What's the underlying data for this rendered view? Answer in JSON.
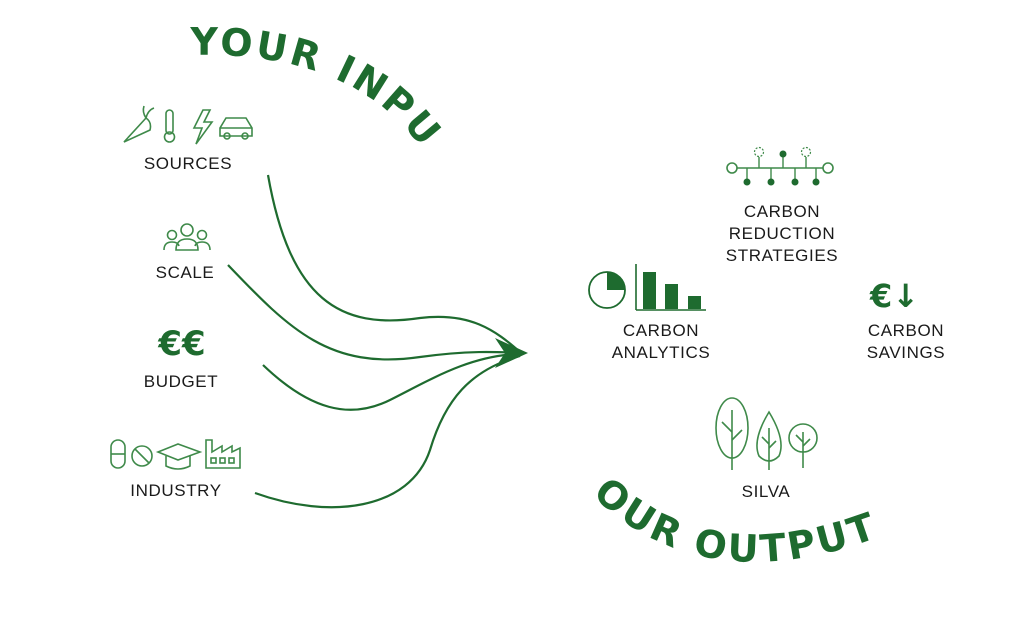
{
  "headings": {
    "input": "YOUR INPUT",
    "output": "OUR OUTPUT"
  },
  "inputs": {
    "sources": "SOURCES",
    "scale": "SCALE",
    "budget": "BUDGET",
    "industry": "INDUSTRY"
  },
  "outputs": {
    "carbon_reduction_strategies": [
      "CARBON",
      "REDUCTION",
      "STRATEGIES"
    ],
    "carbon_analytics": [
      "CARBON",
      "ANALYTICS"
    ],
    "carbon_savings": [
      "CARBON",
      "SAVINGS"
    ],
    "silva": "SILVA"
  },
  "icons": {
    "euro_big": "€€",
    "euro_down": "€",
    "down_arrow": "↓"
  },
  "colors": {
    "brand_green": "#1e6b2f",
    "icon_green": "#3f8a4a",
    "text": "#1a1a1a"
  }
}
